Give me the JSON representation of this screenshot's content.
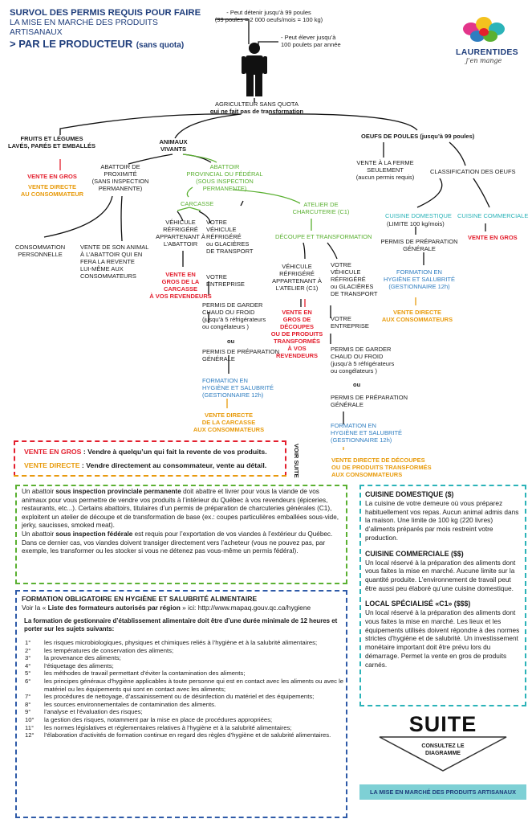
{
  "header": {
    "line1": "SURVOL DES PERMIS REQUIS POUR FAIRE",
    "line2": "LA MISE EN MARCHÉ DES PRODUITS ARTISANAUX",
    "line3a": "> PAR LE PRODUCTEUR",
    "line3b": "(sans quota)"
  },
  "top_notes": {
    "note1a": "- Peut détenir jusqu’à 99 poules",
    "note1b": "(99 poules = 2 000 oeufs/mois = 100 kg)",
    "note2a": "- Peut élever jusqu’à",
    "note2b": "100 poulets par année"
  },
  "logo": {
    "name": "LAURENTIDES",
    "tagline": "j’en mange"
  },
  "root": {
    "line1": "AGRICULTEUR SANS QUOTA",
    "line2": "qui ne fait pas de transformation"
  },
  "fruits": {
    "l1": "FRUITS ET LÉGUMES",
    "l2": "LAVÉS, PARÉS ET EMBALLÉS",
    "vente_gros": "VENTE EN GROS",
    "vd1": "VENTE DIRECTE",
    "vd2": "AU CONSOMMATEUR"
  },
  "animaux": {
    "l1": "ANIMAUX",
    "l2": "VIVANTS"
  },
  "abattoir_prox": {
    "l1": "ABATTOIR DE",
    "l2": "PROXIMITÉ",
    "l3": "(SANS INSPECTION",
    "l4": "PERMANENTE)"
  },
  "conso_perso": {
    "l1": "CONSOMMATION",
    "l2": "PERSONNELLE"
  },
  "vente_animal": {
    "l1": "VENTE DE SON ANIMAL",
    "l2": "À L’ABATTOIR QUI EN",
    "l3": "FERA LA REVENTE",
    "l4": "LUI-MÊME AUX",
    "l5": "CONSOMMATEURS"
  },
  "abattoir_prov": {
    "l1": "ABATTOIR",
    "l2": "PROVINCIAL OU FÉDÉRAL",
    "l3": "(SOUS INSPECTION PERMANENTE)"
  },
  "carcasse": {
    "title": "CARCASSE",
    "v1": "VÉHICULE",
    "v2": "RÉFRIGÉRÉ",
    "v3": "APPARTENANT À",
    "v4": "L’ABATTOIR",
    "o1": "VOTRE",
    "o2": "VÉHICULE",
    "o3": "RÉFRIGÉRÉ",
    "o4": "ou GLACIÈRES",
    "o5": "DE TRANSPORT",
    "vg1": "VENTE EN",
    "vg2": "GROS DE LA",
    "vg3": "CARCASSE",
    "vg4": "À VOS REVENDEURS",
    "e1": "VOTRE",
    "e2": "ENTREPRISE",
    "pg1": "PERMIS DE GARDER",
    "pg2": "CHAUD OU FROID",
    "pg3": "(jusqu’à 5 réfrigérateurs",
    "pg4": "ou congélateurs )",
    "ou": "ou",
    "pp1": "PERMIS DE PRÉPARATION",
    "pp2": "GÉNÉRALE",
    "f1": "FORMATION EN",
    "f2": "HYGIÈNE ET SALUBRITÉ",
    "f3": "(GESTIONNAIRE 12h)",
    "vd1": "VENTE DIRECTE",
    "vd2": "DE LA CARCASSE",
    "vd3": "AUX CONSOMMATEURS"
  },
  "charcuterie": {
    "t1": "ATELIER DE",
    "t2": "CHARCUTERIE (C1)",
    "decoupe": "DÉCOUPE ET TRANSFORMATION",
    "v1": "VÉHICULE",
    "v2": "RÉFRIGÉRÉ",
    "v3": "APPARTENANT À",
    "v4": "L’ATELIER (C1)",
    "o1": "VOTRE",
    "o2": "VÉHICULE",
    "o3": "RÉFRIGÉRÉ",
    "o4": "ou GLACIÈRES",
    "o5": "DE TRANSPORT",
    "vg1": "VENTE EN",
    "vg2": "GROS DE",
    "vg3": "DÉCOUPES",
    "vg4": "OU DE PRODUITS",
    "vg5": "TRANSFORMÉS",
    "vg6": "À VOS",
    "vg7": "REVENDEURS",
    "e1": "VOTRE",
    "e2": "ENTREPRISE",
    "pg1": "PERMIS DE GARDER",
    "pg2": "CHAUD OU FROID",
    "pg3": "(jusqu’à 5 réfrigérateurs",
    "pg4": "ou congélateurs )",
    "ou": "ou",
    "pp1": "PERMIS DE PRÉPARATION",
    "pp2": "GÉNÉRALE",
    "f1": "FORMATION EN",
    "f2": "HYGIÈNE ET SALUBRITÉ",
    "f3": "(GESTIONNAIRE 12h)",
    "vd1": "VENTE DIRECTE DE DÉCOUPES",
    "vd2": "OU DE PRODUITS TRANSFORMÉS",
    "vd3": "AUX CONSOMMATEURS"
  },
  "oeufs": {
    "title": "OEUFS DE POULES (jusqu’à 99 poules)",
    "ferme1": "VENTE À LA FERME",
    "ferme2": "SEULEMENT",
    "ferme3": "(aucun permis requis)",
    "classif": "CLASSIFICATION DES OEUFS",
    "cd": "CUISINE DOMESTIQUE",
    "cd2": "(LIMITE 100 kg/mois)",
    "cc": "CUISINE COMMERCIALE",
    "vg": "VENTE EN GROS",
    "pp1": "PERMIS DE PRÉPARATION",
    "pp2": "GÉNÉRALE",
    "f1": "FORMATION EN",
    "f2": "HYGIÈNE ET SALUBRITÉ",
    "f3": "(GESTIONNAIRE 12h)",
    "vd1": "VENTE DIRECTE",
    "vd2": "AUX CONSOMMATEURS"
  },
  "legend": {
    "gros_label": "VENTE EN GROS",
    "gros_text": " : Vendre à quelqu’un qui fait la revente de vos produits.",
    "directe_label": "VENTE DIRECTE",
    "directe_text": " : Vendre directement au consommateur, vente au détail.",
    "voir": "VOIR",
    "suite": "SUITE"
  },
  "abattoir_text": {
    "p1a": "Un abattoir ",
    "p1b": "sous inspection provinciale permanente",
    "p1c": " doit abattre et livrer pour vous la viande de vos animaux pour vous permettre de vendre vos produits à l’intérieur du Québec à vos revendeurs (épiceries, restaurants, etc...). Certains abattoirs, titulaires d’un permis de préparation de charcuteries générales (C1), exploitent un atelier de découpe et de transformation de base (ex.: coupes particulières emballées sous-vide, jerky, saucisses, smoked meat).",
    "p2a": "Un abattoir ",
    "p2b": "sous inspection fédérale",
    "p2c": " est requis pour l’exportation de vos viandes à l’extérieur du Québec. Dans ce dernier cas, vos viandes doivent transiger directement vers l’acheteur (vous ne pouvez pas, par exemple, les transformer ou les stocker si vous ne détenez pas vous-même un permis fédéral)."
  },
  "formation": {
    "title": "FORMATION OBLIGATOIRE EN HYGIÈNE ET SALUBRITÉ ALIMENTAIRE",
    "voir_a": "Voir la « ",
    "voir_b": "Liste des formateurs autorisés par région",
    "voir_c": " » ici: http://www.mapaq.gouv.qc.ca/hygiene",
    "intro": "La formation de gestionnaire d’établissement alimentaire  doit être d’une durée minimale  de 12 heures et porter sur les sujets suivants:",
    "items": [
      {
        "n": "1°",
        "t": "les risques microbiologiques, physiques et chimiques reliés à l’hygiène et à la salubrité alimentaires;"
      },
      {
        "n": "2°",
        "t": "les températures de conservation des aliments;"
      },
      {
        "n": "3°",
        "t": "la provenance des aliments;"
      },
      {
        "n": "4°",
        "t": "l’étiquetage des aliments;"
      },
      {
        "n": "5°",
        "t": "les méthodes de travail permettant d’éviter la contamination des aliments;"
      },
      {
        "n": "6°",
        "t": "les principes généraux d’hygiène applicables à toute personne qui est en contact avec les aliments ou avec le matériel ou les équipements qui sont en contact avec les aliments;"
      },
      {
        "n": "7°",
        "t": "les procédures de nettoyage, d’assainissement ou de désinfection du matériel et des équipements;"
      },
      {
        "n": "8°",
        "t": "les sources environnementales de contamination des aliments."
      },
      {
        "n": "9°",
        "t": "l’analyse et l’évaluation des risques;"
      },
      {
        "n": "10°",
        "t": "la gestion des risques, notamment par la mise en place de procédures appropriées;"
      },
      {
        "n": "11°",
        "t": "les normes législatives et réglementaires relatives à l’hygiène et à la salubrité alimentaires;"
      },
      {
        "n": "12°",
        "t": "l’élaboration d’activités de formation continue en regard des règles d’hygiène et de salubrité alimentaires."
      }
    ]
  },
  "cuisine": {
    "dom_title": "CUISINE DOMESTIQUE ($)",
    "dom_text": "La cuisine de votre demeure où vous préparez habituellement vos repas. Aucun animal admis dans la maison. Une limite de 100 kg (220 livres) d’aliments préparés par mois restreint votre production.",
    "com_title": "CUISINE COMMERCIALE ($$)",
    "com_text": "Un local réservé à la préparation des aliments dont vous faites la mise en marché. Aucune limite sur la quantité produite. L’environnement de travail peut être aussi peu élaboré qu’une cuisine domestique.",
    "loc_title": "LOCAL SPÉCIALISÉ «C1» ($$$)",
    "loc_text": "Un local réservé à la préparation des aliments dont vous faites la mise en marché. Les lieux et les équipements utilisés doivent répondre à des normes strictes d’hygiène et de salubrité. Un investissement monétaire important doit      être prévu lors du démarrage. Permet la vente en gros de produits carnés."
  },
  "suite": {
    "big": "SUITE",
    "c1": "CONSULTEZ LE",
    "c2": "DIAGRAMME"
  },
  "footer": {
    "banner": "LA MISE EN MARCHÉ DES PRODUITS ARTISANAUX"
  },
  "colors": {
    "red": "#e31e2d",
    "orange": "#e89b0c",
    "green": "#5ab031",
    "blue": "#2e7dc0",
    "teal": "#2bb3b8",
    "navy": "#1f3e7c"
  }
}
